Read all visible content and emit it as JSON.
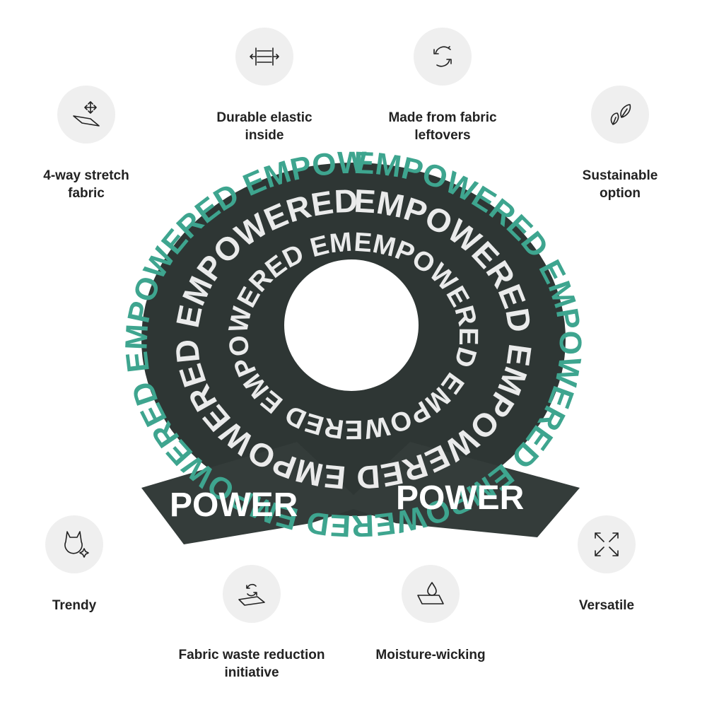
{
  "product": {
    "name": "scrunchie",
    "pattern_text": "EMPOWERED",
    "colors": {
      "base": "#2e3634",
      "text": "#ffffff",
      "accent": "#3ea58f"
    }
  },
  "features": [
    {
      "label": "4-way stretch\nfabric",
      "icon": "stretch-icon"
    },
    {
      "label": "Durable elastic\ninside",
      "icon": "elastic-icon"
    },
    {
      "label": "Made from fabric\nleftovers",
      "icon": "recycle-icon"
    },
    {
      "label": "Sustainable\noption",
      "icon": "leaves-icon"
    },
    {
      "label": "Trendy",
      "icon": "trendy-cat-icon"
    },
    {
      "label": "Fabric waste reduction\ninitiative",
      "icon": "fabric-recycle-icon"
    },
    {
      "label": "Moisture-wicking",
      "icon": "droplet-icon"
    },
    {
      "label": "Versatile",
      "icon": "arrows-expand-icon"
    }
  ],
  "colors": {
    "circle": "#efefef",
    "text": "#222222"
  }
}
